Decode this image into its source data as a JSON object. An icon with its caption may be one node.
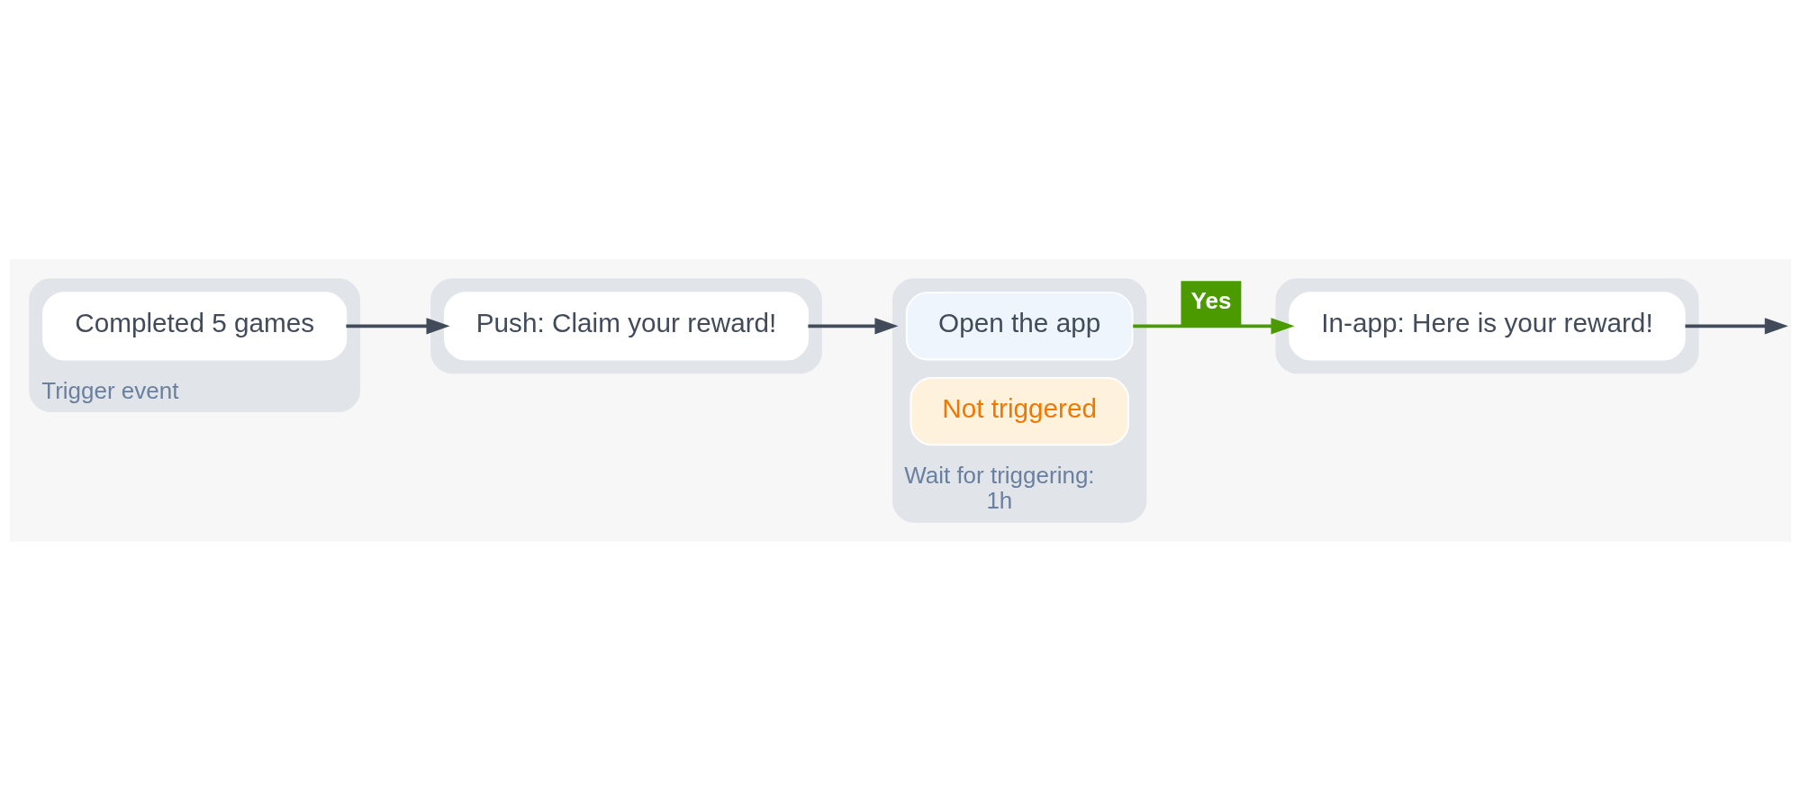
{
  "diagram": {
    "nodes": [
      {
        "text": [
          "Trigger event"
        ]
      },
      {
        "text": [
          "Completed 5 games"
        ],
        "in": 0
      },
      {
        "text": [],
        "shape": "box"
      },
      {
        "text": [
          "Push: Claim your reward!"
        ],
        "in": 2
      },
      {
        "text": [
          "Wait for triggering:",
          "1h"
        ]
      },
      {
        "text": [
          "Open the app"
        ],
        "in": 4
      },
      {
        "text": [
          "Not triggered"
        ],
        "in": 4
      },
      {
        "text": [],
        "shape": "box"
      },
      {
        "text": [
          "In-app: Here is your reward!"
        ],
        "in": 7
      }
    ],
    "edges": [
      {
        "from": 1,
        "to": 3,
        "arrow": "to"
      },
      {
        "from": 3,
        "to": 4,
        "arrow": "to"
      },
      {
        "from": 5,
        "to": 8,
        "label": "Yes",
        "arrow": "to",
        "color": "#4a9a00"
      },
      {
        "from": 8,
        "to": null,
        "arrow": "to"
      }
    ]
  }
}
